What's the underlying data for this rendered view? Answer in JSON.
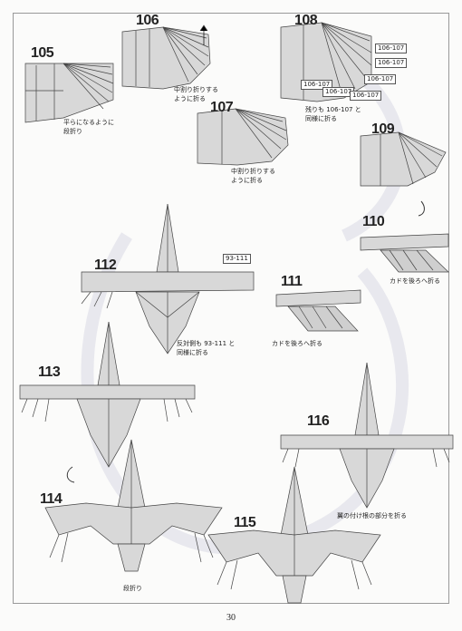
{
  "page_number": "30",
  "steps": {
    "s105": "105",
    "s106": "106",
    "s107": "107",
    "s108": "108",
    "s109": "109",
    "s110": "110",
    "s111": "111",
    "s112": "112",
    "s113": "113",
    "s114": "114",
    "s115": "115",
    "s116": "116"
  },
  "captions": {
    "c105": "平らになるように\n段折り",
    "c106": "中割り折りする\nように折る",
    "c107": "中割り折りする\nように折る",
    "c108": "残りも 106-107 と\n同様に折る",
    "c110": "カドを後ろへ折る",
    "c111": "カドを後ろへ折る",
    "c112": "反対側も 93-111 と\n同様に折る",
    "c114": "段折り",
    "c116": "翼の付け根の部分を折る"
  },
  "refs": {
    "r1": "106-107",
    "r2": "106-107",
    "r3": "106-107",
    "r4": "106-107",
    "r5": "106-107",
    "r6": "106-107",
    "r7": "93-111"
  }
}
